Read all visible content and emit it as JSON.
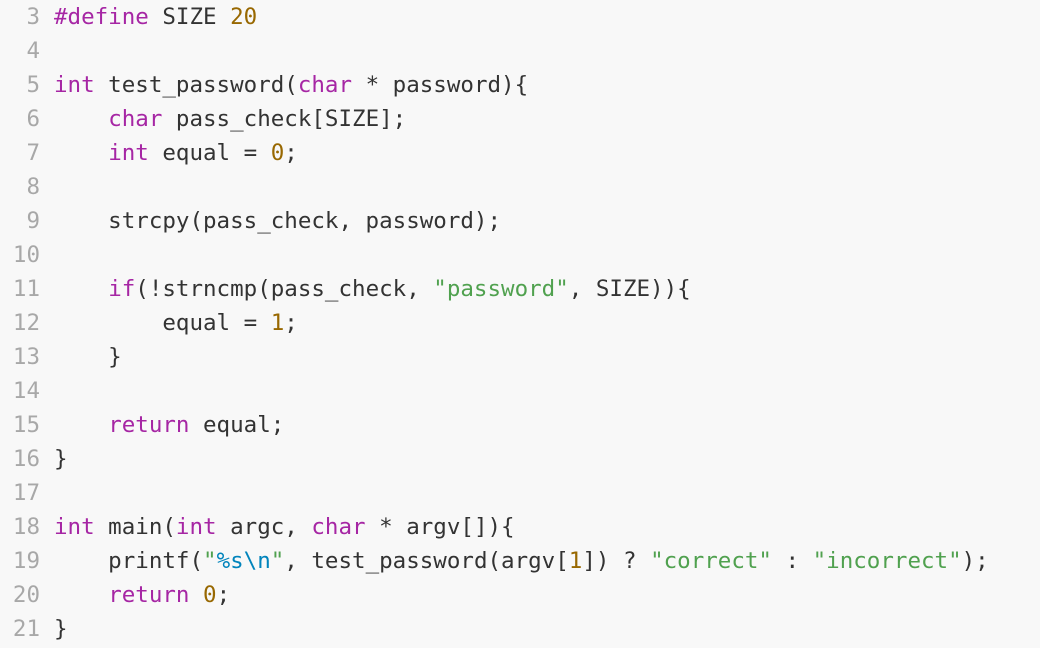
{
  "colors": {
    "background": "#f8f8f8",
    "gutter": "#a8a8a8",
    "keyword": "#a626a4",
    "number": "#986801",
    "string": "#50a14f",
    "escape": "#0184bc",
    "plain": "#333333"
  },
  "lines": [
    {
      "n": "3",
      "tokens": [
        {
          "t": "pp",
          "v": "#define"
        },
        {
          "t": "plain",
          "v": " SIZE "
        },
        {
          "t": "num",
          "v": "20"
        }
      ]
    },
    {
      "n": "4",
      "tokens": []
    },
    {
      "n": "5",
      "tokens": [
        {
          "t": "type",
          "v": "int"
        },
        {
          "t": "plain",
          "v": " test_password("
        },
        {
          "t": "type",
          "v": "char"
        },
        {
          "t": "plain",
          "v": " * password){"
        }
      ]
    },
    {
      "n": "6",
      "tokens": [
        {
          "t": "plain",
          "v": "    "
        },
        {
          "t": "type",
          "v": "char"
        },
        {
          "t": "plain",
          "v": " pass_check[SIZE];"
        }
      ]
    },
    {
      "n": "7",
      "tokens": [
        {
          "t": "plain",
          "v": "    "
        },
        {
          "t": "type",
          "v": "int"
        },
        {
          "t": "plain",
          "v": " equal = "
        },
        {
          "t": "num",
          "v": "0"
        },
        {
          "t": "plain",
          "v": ";"
        }
      ]
    },
    {
      "n": "8",
      "tokens": []
    },
    {
      "n": "9",
      "tokens": [
        {
          "t": "plain",
          "v": "    strcpy(pass_check, password);"
        }
      ]
    },
    {
      "n": "10",
      "tokens": []
    },
    {
      "n": "11",
      "tokens": [
        {
          "t": "plain",
          "v": "    "
        },
        {
          "t": "kw",
          "v": "if"
        },
        {
          "t": "plain",
          "v": "(!strncmp(pass_check, "
        },
        {
          "t": "str",
          "v": "\"password\""
        },
        {
          "t": "plain",
          "v": ", SIZE)){"
        }
      ]
    },
    {
      "n": "12",
      "tokens": [
        {
          "t": "plain",
          "v": "        equal = "
        },
        {
          "t": "num",
          "v": "1"
        },
        {
          "t": "plain",
          "v": ";"
        }
      ]
    },
    {
      "n": "13",
      "tokens": [
        {
          "t": "plain",
          "v": "    }"
        }
      ]
    },
    {
      "n": "14",
      "tokens": []
    },
    {
      "n": "15",
      "tokens": [
        {
          "t": "plain",
          "v": "    "
        },
        {
          "t": "kw",
          "v": "return"
        },
        {
          "t": "plain",
          "v": " equal;"
        }
      ]
    },
    {
      "n": "16",
      "tokens": [
        {
          "t": "plain",
          "v": "}"
        }
      ]
    },
    {
      "n": "17",
      "tokens": []
    },
    {
      "n": "18",
      "tokens": [
        {
          "t": "type",
          "v": "int"
        },
        {
          "t": "plain",
          "v": " main("
        },
        {
          "t": "type",
          "v": "int"
        },
        {
          "t": "plain",
          "v": " argc, "
        },
        {
          "t": "type",
          "v": "char"
        },
        {
          "t": "plain",
          "v": " * argv[]){"
        }
      ]
    },
    {
      "n": "19",
      "tokens": [
        {
          "t": "plain",
          "v": "    printf("
        },
        {
          "t": "str",
          "v": "\""
        },
        {
          "t": "esc",
          "v": "%s\\n"
        },
        {
          "t": "str",
          "v": "\""
        },
        {
          "t": "plain",
          "v": ", test_password(argv["
        },
        {
          "t": "num",
          "v": "1"
        },
        {
          "t": "plain",
          "v": "]) ? "
        },
        {
          "t": "str",
          "v": "\"correct\""
        },
        {
          "t": "plain",
          "v": " : "
        },
        {
          "t": "str",
          "v": "\"incorrect\""
        },
        {
          "t": "plain",
          "v": ");"
        }
      ]
    },
    {
      "n": "20",
      "tokens": [
        {
          "t": "plain",
          "v": "    "
        },
        {
          "t": "kw",
          "v": "return"
        },
        {
          "t": "plain",
          "v": " "
        },
        {
          "t": "num",
          "v": "0"
        },
        {
          "t": "plain",
          "v": ";"
        }
      ]
    },
    {
      "n": "21",
      "tokens": [
        {
          "t": "plain",
          "v": "}"
        }
      ]
    }
  ]
}
